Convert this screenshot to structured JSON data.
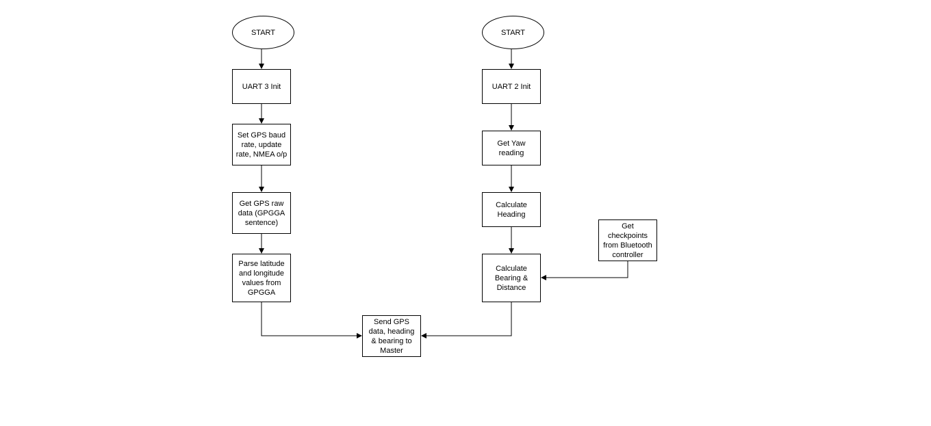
{
  "flowchart": {
    "left_flow": {
      "start": "START",
      "uart_init": "UART 3 Init",
      "set_gps": "Set GPS baud\nrate, update\nrate, NMEA o/p",
      "get_raw": "Get GPS raw\ndata (GPGGA\nsentence)",
      "parse": "Parse latitude\nand longitude\nvalues from\nGPGGA"
    },
    "right_flow": {
      "start": "START",
      "uart_init": "UART 2 Init",
      "get_yaw": "Get Yaw\nreading",
      "calc_heading": "Calculate\nHeading",
      "calc_bearing": "Calculate\nBearing &\nDistance",
      "get_checkpoints": "Get\ncheckpoints\nfrom Bluetooth\ncontroller"
    },
    "merge": {
      "send": "Send GPS\ndata, heading\n& bearing to\nMaster"
    }
  },
  "colors": {
    "stroke": "#000000",
    "fill": "#ffffff",
    "background": "#ffffff"
  }
}
